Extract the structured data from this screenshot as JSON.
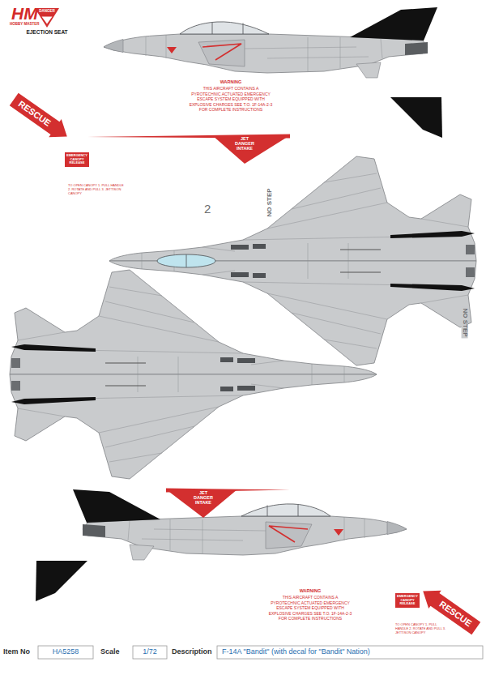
{
  "diagram": {
    "nodes": [
      {
        "text": [
          "DANGER",
          "EJECTION SEAT"
        ]
      },
      {
        "text": [
          "RESCUE"
        ]
      },
      {
        "text": [
          "JET DANGER INTAKE"
        ]
      },
      {
        "text": [
          "EMERGENCY CANOPY RELEASE"
        ]
      },
      {
        "text": [
          "JET DANGER INTAKE"
        ]
      },
      {
        "text": [
          "EMERGENCY CANOPY RELEASE"
        ]
      },
      {
        "text": [
          "RESCUE"
        ]
      }
    ],
    "labels": [
      "HM",
      "HOBBY MASTER",
      "WARNING",
      "THIS AIRCRAFT CONTAINS A PYROTECHNIC ACTUATED EMERGENCY ESCAPE SYSTEM EQUIPPED WITH EXPLOSIVE CHARGES SEE T.O. 1F-14A-2-3 FOR COMPLETE INSTRUCTIONS",
      "TO OPEN CANOPY 1. PULL HANDLE 2. ROTATE AND PULL 3. JETTISON CANOPY",
      "2",
      "NO STEP",
      "NO STEP",
      "WARNING",
      "THIS AIRCRAFT CONTAINS A PYROTECHNIC ACTUATED EMERGENCY ESCAPE SYSTEM EQUIPPED WITH EXPLOSIVE CHARGES SEE T.O. 1F-14A-2-3 FOR COMPLETE INSTRUCTIONS",
      "TO OPEN CANOPY 1. PULL HANDLE 2. ROTATE AND PULL 3. JETTISON CANOPY",
      "Item No",
      "HA5258",
      "Scale",
      "1/72",
      "Description",
      "F-14A \"Bandit\" (with decal for \"Bandit\" Nation)"
    ]
  }
}
